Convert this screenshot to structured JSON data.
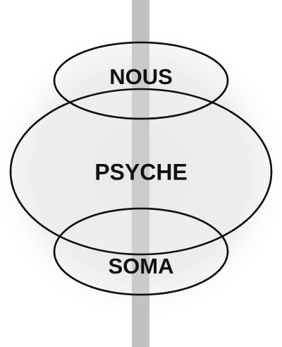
{
  "diagram": {
    "labels": {
      "nous": "NOUS",
      "psyche": "PSYCHE",
      "soma": "SOMA"
    },
    "colors": {
      "background": "#ffffff",
      "halo": "#e6e6e6",
      "ellipse_fill": "#efefef",
      "stroke": "#111111",
      "axis_bar": "#c6c6c6",
      "text": "#111111"
    }
  }
}
